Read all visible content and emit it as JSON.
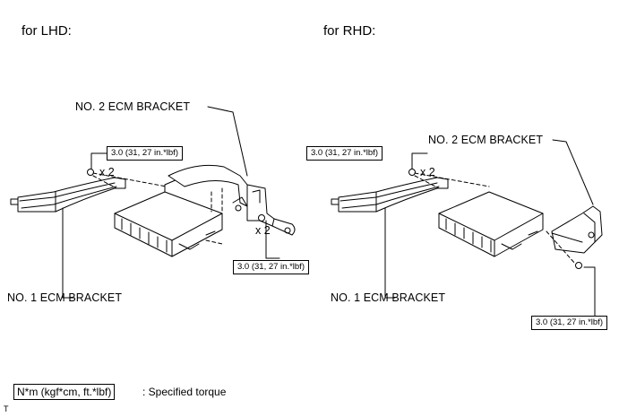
{
  "lhd": {
    "heading": "for LHD:",
    "bracket2_label": "NO. 2 ECM BRACKET",
    "bracket1_label": "NO. 1 ECM BRACKET",
    "torque_upper": "3.0 (31, 27 in.*lbf)",
    "torque_lower": "3.0 (31, 27 in.*lbf)",
    "qty_upper": "x 2",
    "qty_lower": "x 2"
  },
  "rhd": {
    "heading": "for RHD:",
    "bracket2_label": "NO. 2 ECM BRACKET",
    "bracket1_label": "NO. 1 ECM BRACKET",
    "torque_upper": "3.0 (31, 27 in.*lbf)",
    "torque_lower": "3.0 (31, 27 in.*lbf)",
    "qty_upper": "x 2"
  },
  "legend": {
    "unit_box": "N*m (kgf*cm, ft.*lbf)",
    "description": ": Specified torque"
  },
  "corner_mark": "T"
}
